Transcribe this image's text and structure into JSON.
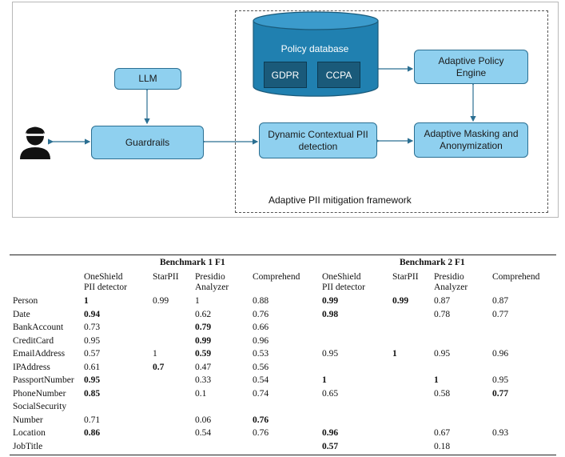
{
  "diagram": {
    "nodes": {
      "llm": "LLM",
      "guardrails": "Guardrails",
      "policy_database": "Policy database",
      "gdpr": "GDPR",
      "ccpa": "CCPA",
      "adaptive_policy_engine": "Adaptive Policy Engine",
      "dynamic_pii_detection": "Dynamic Contextual PII detection",
      "adaptive_masking": "Adaptive Masking and Anonymization"
    },
    "framework_label": "Adaptive PII mitigation framework",
    "icons": {
      "user": "user-icon"
    },
    "colors": {
      "node_fill": "#8fd0ef",
      "node_border": "#2b6f92",
      "db_fill": "#2080b0",
      "db_chip": "#1a5a7a"
    }
  },
  "table": {
    "group_headers": [
      "Benchmark 1 F1",
      "Benchmark 2 F1"
    ],
    "col_headers": [
      [
        "OneShield",
        "PII detector"
      ],
      [
        "StarPII"
      ],
      [
        "Presidio",
        "Analyzer"
      ],
      [
        "Comprehend"
      ],
      [
        "OneShield",
        "PII detector"
      ],
      [
        "StarPII"
      ],
      [
        "Presidio",
        "Analyzer"
      ],
      [
        "Comprehend"
      ]
    ],
    "rows": [
      {
        "label": [
          "Person"
        ],
        "cells": [
          "1",
          "0.99",
          "1",
          "0.88",
          "0.99",
          "0.99",
          "0.87",
          "0.87"
        ],
        "bold": [
          0,
          4,
          5
        ]
      },
      {
        "label": [
          "Date"
        ],
        "cells": [
          "0.94",
          "",
          "0.62",
          "0.76",
          "0.98",
          "",
          "0.78",
          "0.77"
        ],
        "bold": [
          0,
          4
        ]
      },
      {
        "label": [
          "BankAccount"
        ],
        "cells": [
          "0.73",
          "",
          "0.79",
          "0.66",
          "",
          "",
          "",
          ""
        ],
        "bold": [
          2
        ]
      },
      {
        "label": [
          "CreditCard"
        ],
        "cells": [
          "0.95",
          "",
          "0.99",
          "0.96",
          "",
          "",
          "",
          ""
        ],
        "bold": [
          2
        ]
      },
      {
        "label": [
          "EmailAddress"
        ],
        "cells": [
          "0.57",
          "1",
          "0.59",
          "0.53",
          "0.95",
          "1",
          "0.95",
          "0.96"
        ],
        "bold": [
          2,
          5
        ]
      },
      {
        "label": [
          "IPAddress"
        ],
        "cells": [
          "0.61",
          "0.7",
          "0.47",
          "0.56",
          "",
          "",
          "",
          ""
        ],
        "bold": [
          1
        ]
      },
      {
        "label": [
          "PassportNumber"
        ],
        "cells": [
          "0.95",
          "",
          "0.33",
          "0.54",
          "1",
          "",
          "1",
          "0.95"
        ],
        "bold": [
          0,
          4,
          6
        ]
      },
      {
        "label": [
          "PhoneNumber"
        ],
        "cells": [
          "0.85",
          "",
          "0.1",
          "0.74",
          "0.65",
          "",
          "0.58",
          "0.77"
        ],
        "bold": [
          0,
          7
        ]
      },
      {
        "label": [
          "SocialSecurity",
          "Number"
        ],
        "cells": [
          "0.71",
          "",
          "0.06",
          "0.76",
          "",
          "",
          "",
          ""
        ],
        "bold": [
          3
        ]
      },
      {
        "label": [
          "Location"
        ],
        "cells": [
          "0.86",
          "",
          "0.54",
          "0.76",
          "0.96",
          "",
          "0.67",
          "0.93"
        ],
        "bold": [
          0,
          4
        ]
      },
      {
        "label": [
          "JobTitle"
        ],
        "cells": [
          "",
          "",
          "",
          "",
          "0.57",
          "",
          "0.18",
          ""
        ],
        "bold": [
          4
        ]
      }
    ]
  }
}
